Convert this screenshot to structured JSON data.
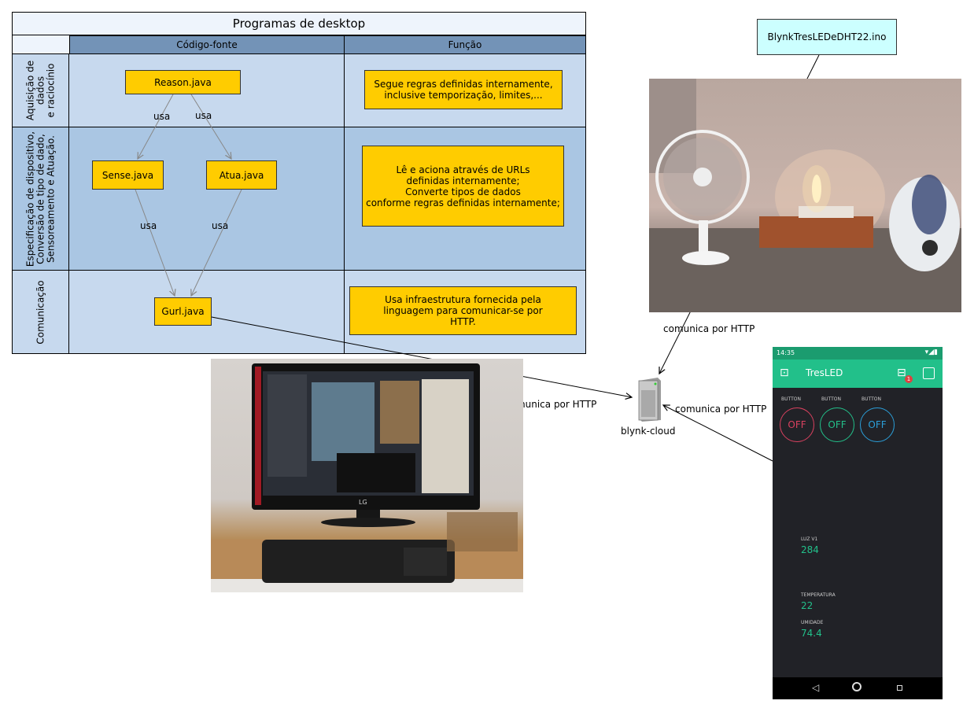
{
  "pool": {
    "title": "Programas de desktop",
    "columns": [
      "Código-fonte",
      "Função"
    ],
    "lanes": [
      {
        "label_lines": [
          "Aquisição de",
          "dados",
          "e raciocínio"
        ]
      },
      {
        "label_lines": [
          "Especificação de dispositivo,",
          "Conversão de tipo de dado,",
          "Sensoreamento e Atuação."
        ]
      },
      {
        "label_lines": [
          "Comunicação"
        ]
      }
    ]
  },
  "boxes": {
    "reason": "Reason.java",
    "sense": "Sense.java",
    "atua": "Atua.java",
    "gurl": "Gurl.java",
    "func1": "Segue regras definidas internamente,\ninclusive temporização, limites,...",
    "func2": "Lê e aciona através de URLs\ndefinidas internamente;\nConverte tipos de dados\nconforme regras definidas internamente;",
    "func3": "Usa infraestrutura fornecida pela\nlinguagem para comunicar-se por\nHTTP."
  },
  "edge_labels": {
    "usa": "usa",
    "comunica": "comunica por HTTP"
  },
  "ino_file": "BlynkTresLEDeDHT22.ino",
  "server_label": "blynk-cloud",
  "phone": {
    "time": "14:35",
    "app_title": "TresLED",
    "notification_badge": "1",
    "buttons": [
      {
        "caption": "BUTTON",
        "state": "OFF",
        "color": "#d9415f"
      },
      {
        "caption": "BUTTON",
        "state": "OFF",
        "color": "#22c08a"
      },
      {
        "caption": "BUTTON",
        "state": "OFF",
        "color": "#2b9fd9"
      }
    ],
    "values": [
      {
        "caption": "LUZ V1",
        "value": "284"
      },
      {
        "caption": "TEMPERATURA",
        "value": "22"
      },
      {
        "caption": "UMIDADE",
        "value": "74.4"
      }
    ]
  },
  "monitor_brand": "LG",
  "colors": {
    "box_yellow": "#ffcc00",
    "lane_light": "#c7d9ee",
    "lane_mid": "#aac6e3",
    "header_blue": "#7393b7",
    "ino_cyan": "#ccffff",
    "blynk_green": "#22c08a"
  }
}
